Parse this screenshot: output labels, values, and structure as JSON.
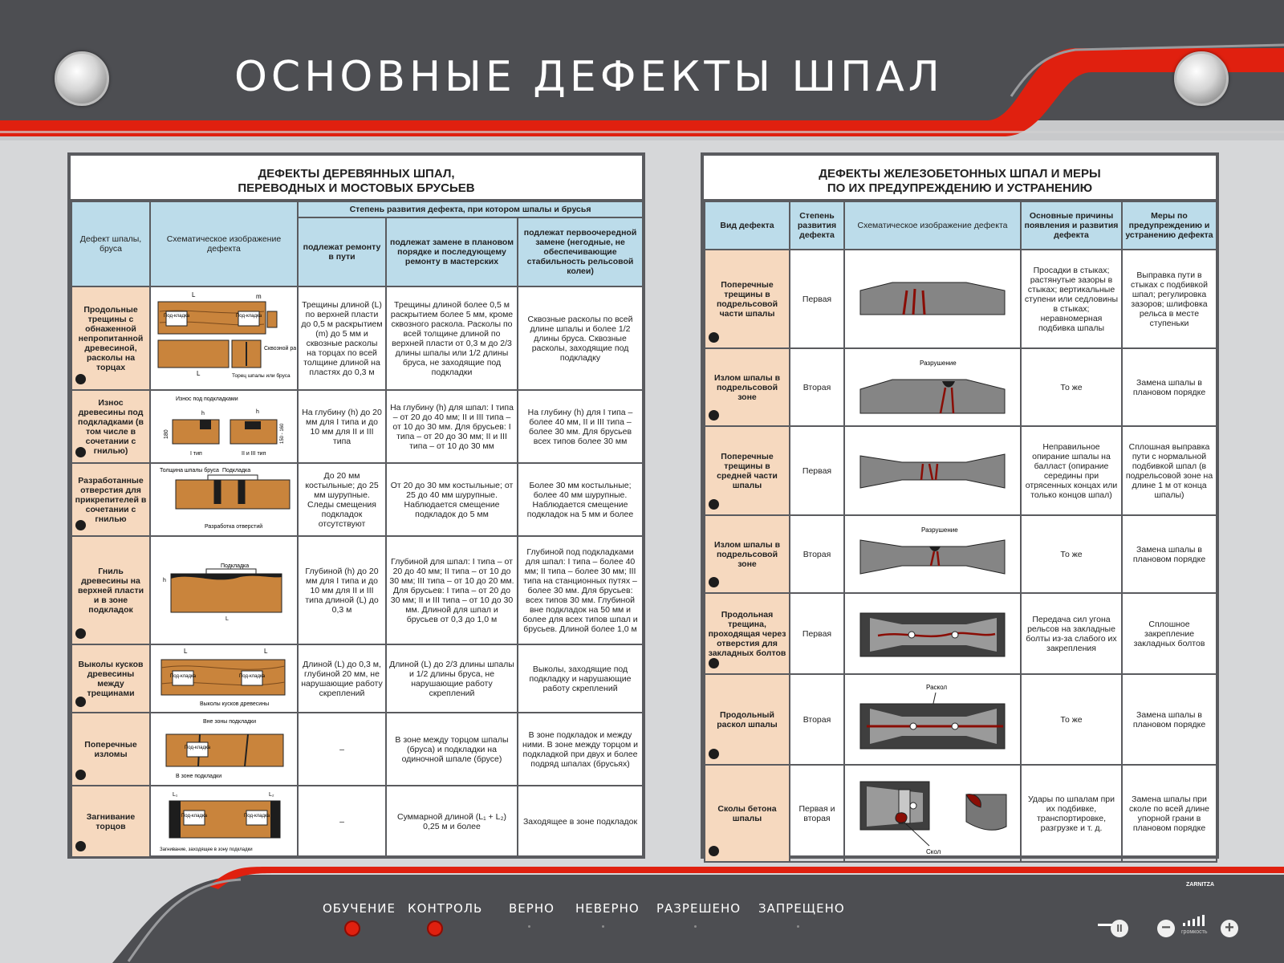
{
  "title": "ОСНОВНЫЕ ДЕФЕКТЫ ШПАЛ",
  "colors": {
    "accent_red": "#e0200f",
    "dark_gray": "#4d4e52",
    "header_blue": "#bcdcea",
    "defect_peach": "#f6d9bf",
    "wood": "#c9843c"
  },
  "left": {
    "title_l1": "ДЕФЕКТЫ ДЕРЕВЯННЫХ ШПАЛ,",
    "title_l2": "ПЕРЕВОДНЫХ И МОСТОВЫХ БРУСЬЕВ",
    "h_defect": "Дефект шпалы, бруса",
    "h_scheme": "Схематическое изображение дефекта",
    "h_degree": "Степень развития дефекта, при котором шпалы и брусья",
    "h_repair": "подлежат ремонту в пути",
    "h_planned": "подлежат замене в плановом порядке и последующему ремонту в мастерских",
    "h_urgent": "подлежат первоочередной замене (негодные, не обеспечивающие стабильность рельсовой колеи)",
    "rows": [
      {
        "defect": "Продольные трещины с обнаженной непропитанной древесиной, расколы на торцах",
        "labels": [
          "L",
          "m",
          "Под-кладка",
          "Под-кладка",
          "Сквозной раскол",
          "L",
          "Торец шпалы или бруса"
        ],
        "repair": "Трещины длиной (L) по верхней пласти до 0,5 м раскрытием (m) до 5 мм и сквозные расколы на торцах по всей толщине длиной на пластях до 0,3 м",
        "planned": "Трещины длиной более 0,5 м раскрытием более 5 мм, кроме сквозного раскола. Расколы по всей толщине длиной по верхней пласти от 0,3 м до 2/3 длины шпалы или 1/2 длины бруса, не заходящие под подкладки",
        "urgent": "Сквозные расколы по всей длине шпалы и более 1/2 длины бруса. Сквозные расколы, заходящие под подкладку"
      },
      {
        "defect": "Износ древесины под подкладками (в том числе в сочетании с гнилью)",
        "labels": [
          "Износ под подкладками",
          "h",
          "h",
          "180",
          "150 - 160",
          "I тип",
          "II и III тип"
        ],
        "repair": "На глубину (h) до 20 мм для I типа и до 10 мм для II и III типа",
        "planned": "На глубину (h) для шпал: I типа – от 20 до 40 мм; II и III типа – от 10 до 30 мм. Для брусьев: I типа – от 20 до 30 мм; II и III типа – от 10 до 30 мм",
        "urgent": "На глубину (h) для I типа – более 40 мм, II и III типа – более 30 мм. Для брусьев всех типов более 30 мм"
      },
      {
        "defect": "Разработанные отверстия для прикрепителей в сочетании с гнилью",
        "labels": [
          "Толщина шпалы бруса",
          "Подкладка",
          "Разработка отверстий"
        ],
        "repair": "До 20 мм костыльные; до 25 мм шурупные. Следы смещения подкладок отсутствуют",
        "planned": "От 20 до 30 мм костыльные; от 25 до 40 мм шурупные. Наблюдается смещение подкладок до 5 мм",
        "urgent": "Более 30 мм костыльные; более 40 мм шурупные. Наблюдается смещение подкладок на 5 мм и более"
      },
      {
        "defect": "Гниль древесины на верхней пласти и в зоне подкладок",
        "labels": [
          "Подкладка",
          "h",
          "L"
        ],
        "repair": "Глубиной (h) до 20 мм для I типа и до 10 мм для II и III типа длиной (L) до 0,3 м",
        "planned": "Глубиной для шпал: I типа – от 20 до 40 мм; II типа – от 10 до 30 мм; III типа – от 10 до 20 мм. Для брусьев: I типа – от 20 до 30 мм; II и III типа – от 10 до 30 мм. Длиной для шпал и брусьев от 0,3 до 1,0 м",
        "urgent": "Глубиной под подкладками для шпал: I типа – более 40 мм; II типа – более 30 мм; III типа на станционных путях – более 30 мм. Для брусьев: всех типов 30 мм. Глубиной вне подкладок на 50 мм и более для всех типов шпал и брусьев. Длиной более 1,0 м"
      },
      {
        "defect": "Выколы кусков древесины между трещинами",
        "labels": [
          "L",
          "L",
          "Под-кладка",
          "Под-кладка",
          "Выколы кусков древесины"
        ],
        "repair": "Длиной (L) до 0,3 м, глубиной 20 мм, не нарушающие работу скреплений",
        "planned": "Длиной (L) до 2/3 длины шпалы и 1/2 длины бруса, не нарушающие работу скреплений",
        "urgent": "Выколы, заходящие под подкладку и нарушающие работу скреплений"
      },
      {
        "defect": "Поперечные изломы",
        "labels": [
          "Вне зоны подкладки",
          "Под-кладка",
          "В зоне подкладки"
        ],
        "repair": "–",
        "planned": "В зоне между торцом шпалы (бруса) и подкладки на одиночной шпале (брусе)",
        "urgent": "В зоне подкладок и между ними. В зоне между торцом и подкладкой при двух и более подряд шпалах (брусьях)"
      },
      {
        "defect": "Загнивание торцов",
        "labels": [
          "L₁",
          "L₂",
          "Под-кладка",
          "Под-кладка",
          "Загнивание, заходящее в зону подкладки"
        ],
        "repair": "–",
        "planned": "Суммарной длиной (L₁ + L₂) 0,25 м и более",
        "urgent": "Заходящее в зоне подкладок"
      }
    ]
  },
  "right": {
    "title_l1": "ДЕФЕКТЫ ЖЕЛЕЗОБЕТОННЫХ ШПАЛ И МЕРЫ",
    "title_l2": "ПО ИХ ПРЕДУПРЕЖДЕНИЮ И УСТРАНЕНИЮ",
    "h_type": "Вид дефекта",
    "h_degree": "Степень развития дефекта",
    "h_scheme": "Схематическое изображение дефекта",
    "h_causes": "Основные причины появления и развития дефекта",
    "h_measures": "Меры по предупреждению и устранению дефекта",
    "rows": [
      {
        "type": "Поперечные трещины в подрельсовой части шпалы",
        "degree": "Первая",
        "label": "",
        "causes": "Просадки в стыках; растянутые зазоры в стыках; вертикальные ступени или седловины в стыках; неравномерная подбивка шпалы",
        "measures": "Выправка пути в стыках с подбивкой шпал; регулировка зазоров; шлифовка рельса в месте ступеньки"
      },
      {
        "type": "Излом шпалы в подрельсовой зоне",
        "degree": "Вторая",
        "label": "Разрушение",
        "causes": "То же",
        "measures": "Замена шпалы в плановом порядке"
      },
      {
        "type": "Поперечные трещины в средней части шпалы",
        "degree": "Первая",
        "label": "",
        "causes": "Неправильное опирание шпалы на балласт (опирание середины при отрясенных концах или только концов шпал)",
        "measures": "Сплошная выправка пути с нормальной подбивкой шпал (в подрельсовой зоне на длине 1 м от конца шпалы)"
      },
      {
        "type": "Излом шпалы в подрельсовой зоне",
        "degree": "Вторая",
        "label": "Разрушение",
        "causes": "То же",
        "measures": "Замена шпалы в плановом порядке"
      },
      {
        "type": "Продольная трещина, проходящая через отверстия для закладных болтов",
        "degree": "Первая",
        "label": "",
        "causes": "Передача сил угона рельсов на закладные болты из-за слабого их закрепления",
        "measures": "Сплошное закрепление закладных болтов"
      },
      {
        "type": "Продольный раскол шпалы",
        "degree": "Вторая",
        "label": "Раскол",
        "causes": "То же",
        "measures": "Замена шпалы в плановом порядке"
      },
      {
        "type": "Сколы бетона шпалы",
        "degree": "Первая и вторая",
        "label": "Скол",
        "causes": "Удары по шпалам при их подбивке, транспортировке, разгрузке и т. д.",
        "measures": "Замена шпалы при сколе по всей длине упорной грани в плановом порядке"
      }
    ]
  },
  "footer": {
    "nav": [
      "ОБУЧЕНИЕ",
      "КОНТРОЛЬ",
      "ВЕРНО",
      "НЕВЕРНО",
      "РАЗРЕШЕНО",
      "ЗАПРЕЩЕНО"
    ],
    "brand": "ZARNITZA",
    "volume_label": "громкость"
  }
}
